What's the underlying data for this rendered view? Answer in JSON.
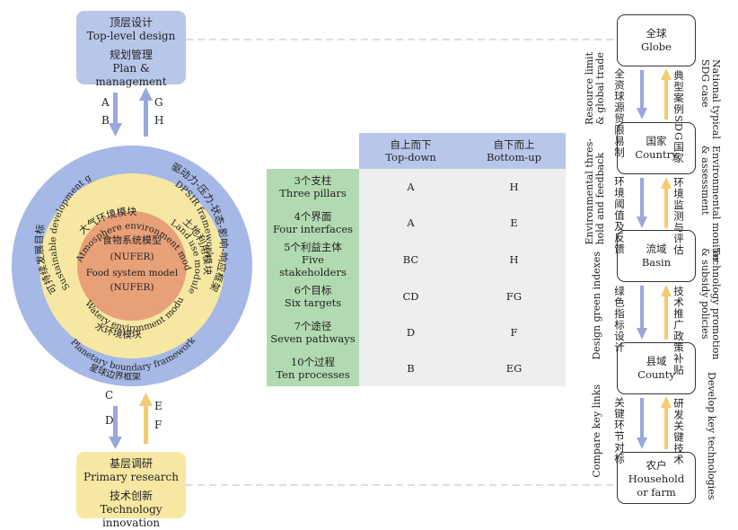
{
  "top_box": {
    "line1": "顶层设计",
    "line2": "Top-level design",
    "line3": "规划管理",
    "line4": "Plan & management"
  },
  "bottom_box": {
    "line1": "基层调研",
    "line2": "Primary research",
    "line3": "技术创新",
    "line4": "Technology innovation"
  },
  "arrow_letters": {
    "down_top": [
      "A",
      "B"
    ],
    "up_top": [
      "G",
      "H"
    ],
    "down_bottom": [
      "C",
      "D"
    ],
    "up_bottom": [
      "E",
      "F"
    ]
  },
  "circle": {
    "core_cn": "食物系统模型",
    "core_nufer1": "(NUFER)",
    "core_en": "Food system model",
    "core_nufer2": "(NUFER)",
    "outer_arcs": {
      "left_cn": "可持续发展目标",
      "left_en": "Sustainable development goals",
      "right_cn": "驱动力-压力-状态-影响-响应框架",
      "right_en": "DPSIR framework",
      "bottom_cn": "星球边界框架",
      "bottom_en": "Planetary boundary framework"
    },
    "middle_arcs": {
      "top_cn": "大气环境模块",
      "top_en": "Atmosphere environment module",
      "right_cn": "土地利用模块",
      "right_en": "Land use module",
      "bottom_cn": "水环境模块",
      "bottom_en": "Watery environment module"
    }
  },
  "table": {
    "headers": [
      {
        "cn": "自上而下",
        "en": "Top-down"
      },
      {
        "cn": "自下而上",
        "en": "Bottom-up"
      }
    ],
    "rows": [
      {
        "cn": "3个支柱",
        "en": "Three pillars",
        "td": "A",
        "bu": "H"
      },
      {
        "cn": "4个界面",
        "en": "Four interfaces",
        "td": "A",
        "bu": "E"
      },
      {
        "cn": "5个利益主体",
        "en": "Five stakeholders",
        "td": "BC",
        "bu": "H"
      },
      {
        "cn": "6个目标",
        "en": "Six targets",
        "td": "CD",
        "bu": "FG"
      },
      {
        "cn": "7个途径",
        "en": "Seven pathways",
        "td": "D",
        "bu": "F"
      },
      {
        "cn": "10个过程",
        "en": "Ten processes",
        "td": "B",
        "bu": "EG"
      }
    ]
  },
  "nodes": [
    {
      "cn": "全球",
      "en": "Globe"
    },
    {
      "cn": "国家",
      "en": "Country"
    },
    {
      "cn": "流域",
      "en": "Basin"
    },
    {
      "cn": "县域",
      "en": "County"
    },
    {
      "cn": "农户",
      "en": "Household",
      "en2": "or farm"
    }
  ],
  "down_links": [
    {
      "cn": "全资球源贸限易制",
      "en1": "Resource limit",
      "en2": "& global trade"
    },
    {
      "cn": "环境阈值及反馈",
      "en1": "Environmental thres-",
      "en2": "hold and feedback"
    },
    {
      "cn": "绿色指标设计",
      "en1": "Design green indexes"
    },
    {
      "cn": "关键环节对标",
      "en1": "Compare key links"
    }
  ],
  "up_links": [
    {
      "cn": "典型案例SDG国家",
      "en1": "National typical",
      "en2": "SDG case"
    },
    {
      "cn": "环境监测与评估",
      "en1": "Environmental monitor",
      "en2": "& assessment"
    },
    {
      "cn": "技术推广政策补贴",
      "en1": "Technology promotion",
      "en2": "& subsidy policies"
    },
    {
      "cn": "研发关键技术",
      "en1": "Develop key technologies"
    }
  ],
  "colors": {
    "blue": "#a6b8e6",
    "yellow": "#f6e8a2",
    "green": "#b2dab2",
    "core": "#e8a078",
    "down_arrow": "#98a8dc",
    "up_arrow": "#f2cc72"
  }
}
